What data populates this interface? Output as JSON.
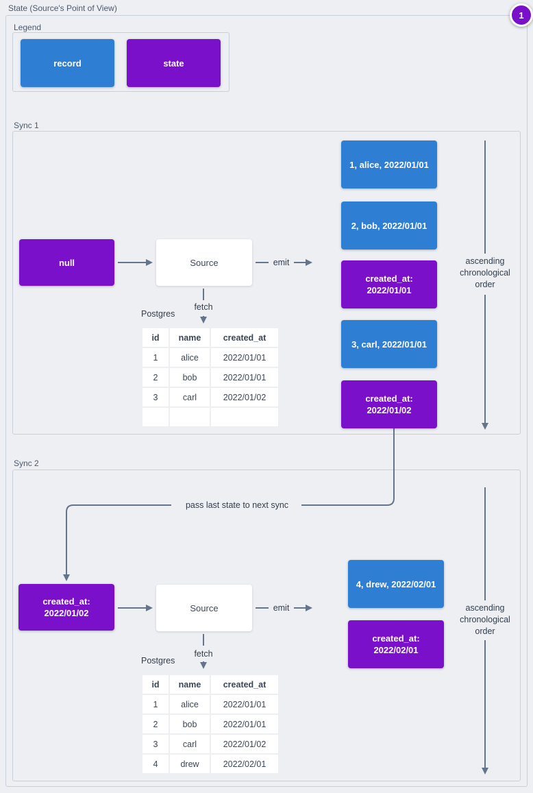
{
  "title": "State (Source's Point of View)",
  "badge": "1",
  "connector_label": "pass last state to next sync",
  "legend": {
    "label": "Legend",
    "items": [
      {
        "type": "record",
        "label": "record"
      },
      {
        "type": "state",
        "label": "state"
      }
    ]
  },
  "sync1": {
    "label": "Sync 1",
    "input_state": {
      "line1": "null"
    },
    "source_label": "Source",
    "emit_label": "emit",
    "fetch_label": "fetch",
    "db_label": "Postgres",
    "table": {
      "headers": [
        "id",
        "name",
        "created_at"
      ],
      "rows": [
        [
          "1",
          "alice",
          "2022/01/01"
        ],
        [
          "2",
          "bob",
          "2022/01/01"
        ],
        [
          "3",
          "carl",
          "2022/01/02"
        ],
        [
          "",
          "",
          ""
        ]
      ]
    },
    "emitted": [
      {
        "type": "record",
        "line1": "1, alice, 2022/01/01"
      },
      {
        "type": "record",
        "line1": "2, bob, 2022/01/01"
      },
      {
        "type": "state",
        "line1": "created_at:",
        "line2": "2022/01/01"
      },
      {
        "type": "record",
        "line1": "3, carl, 2022/01/01"
      },
      {
        "type": "state",
        "line1": "created_at:",
        "line2": "2022/01/02"
      }
    ],
    "order_label": {
      "line1": "ascending",
      "line2": "chronological",
      "line3": "order"
    }
  },
  "sync2": {
    "label": "Sync 2",
    "input_state": {
      "line1": "created_at:",
      "line2": "2022/01/02"
    },
    "source_label": "Source",
    "emit_label": "emit",
    "fetch_label": "fetch",
    "db_label": "Postgres",
    "table": {
      "headers": [
        "id",
        "name",
        "created_at"
      ],
      "rows": [
        [
          "1",
          "alice",
          "2022/01/01"
        ],
        [
          "2",
          "bob",
          "2022/01/01"
        ],
        [
          "3",
          "carl",
          "2022/01/02"
        ],
        [
          "4",
          "drew",
          "2022/02/01"
        ]
      ]
    },
    "emitted": [
      {
        "type": "record",
        "line1": "4, drew, 2022/02/01"
      },
      {
        "type": "state",
        "line1": "created_at:",
        "line2": "2022/02/01"
      }
    ],
    "order_label": {
      "line1": "ascending",
      "line2": "chronological",
      "line3": "order"
    }
  },
  "colors": {
    "record_blue": "#2e7fd4",
    "state_purple": "#7a10c9",
    "arrow_gray": "#64748b",
    "background": "#edeff3",
    "frame_border": "#c7d0da"
  }
}
